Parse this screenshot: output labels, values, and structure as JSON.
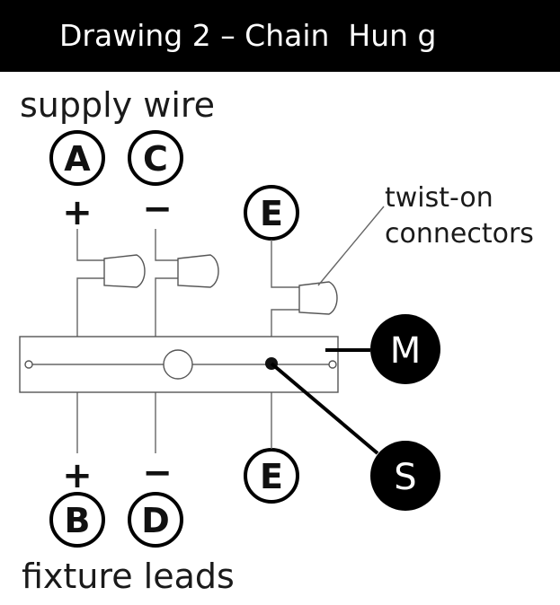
{
  "title": "Drawing 2 – Chain  Hun g",
  "labels": {
    "supply": "supply wire",
    "fixture": "fixture leads",
    "connectors_line1": "twist-on",
    "connectors_line2": "connectors"
  },
  "wire_letters": {
    "a": "A",
    "c": "C",
    "b": "B",
    "d": "D",
    "e_top": "E",
    "e_bottom": "E",
    "m": "M",
    "s": "S"
  },
  "polarity": {
    "top_plus": "+",
    "top_minus": "−",
    "bottom_plus": "+",
    "bottom_minus": "−"
  }
}
